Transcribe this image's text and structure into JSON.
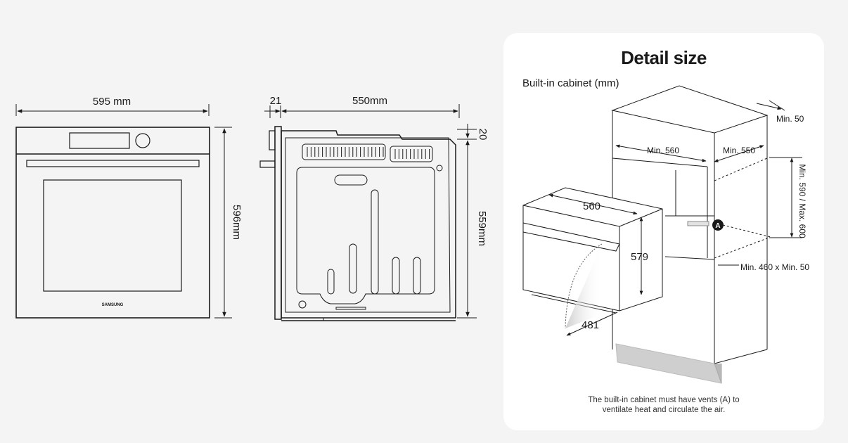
{
  "front": {
    "width_label": "595 mm",
    "height_label": "596mm",
    "brand": "SAMSUNG"
  },
  "side": {
    "depth_label": "550mm",
    "door_label": "21",
    "top_label": "20",
    "height_label": "559mm"
  },
  "detail": {
    "title": "Detail size",
    "subtitle": "Built-in cabinet (mm)",
    "labels": {
      "min50_top": "Min. 50",
      "min560": "Min. 560",
      "min550": "Min. 550",
      "min590max600": "Min. 590 / Max. 600",
      "oven_width": "560",
      "oven_height": "579",
      "door_swing": "481",
      "vent_marker": "A",
      "vent_size": "Min. 460 x Min. 50"
    },
    "note_line1": "The built-in cabinet must have vents (A) to",
    "note_line2": "ventilate heat and circulate the air."
  }
}
